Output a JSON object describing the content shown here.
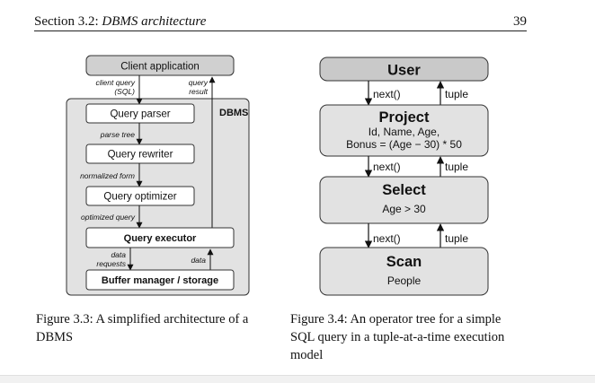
{
  "header": {
    "section_prefix": "Section 3.2:",
    "section_title": "DBMS architecture",
    "page_number": "39"
  },
  "fig33": {
    "client_box": "Client application",
    "client_query_line1": "client query",
    "client_query_line2": "(SQL)",
    "query_result_line1": "query",
    "query_result_line2": "result",
    "dbms_label": "DBMS",
    "parser": "Query parser",
    "parse_tree": "parse tree",
    "rewriter": "Query rewriter",
    "normalized_form": "normalized form",
    "optimizer": "Query optimizer",
    "optimized_query": "optimized query",
    "executor": "Query executor",
    "data_requests_line1": "data",
    "data_requests_line2": "requests",
    "data": "data",
    "buffer": "Buffer manager / storage",
    "caption": "Figure 3.3: A simplified architecture of a DBMS"
  },
  "fig34": {
    "user": "User",
    "project_title": "Project",
    "project_line1": "Id, Name, Age,",
    "project_line2": "Bonus = (Age − 30) * 50",
    "select_title": "Select",
    "select_line": "Age > 30",
    "scan_title": "Scan",
    "scan_line": "People",
    "next_1": "next()",
    "tuple_1": "tuple",
    "next_2": "next()",
    "tuple_2": "tuple",
    "next_3": "next()",
    "tuple_3": "tuple",
    "caption": "Figure 3.4: An operator tree for a simple SQL query in a tuple-at-a-time execution model"
  }
}
